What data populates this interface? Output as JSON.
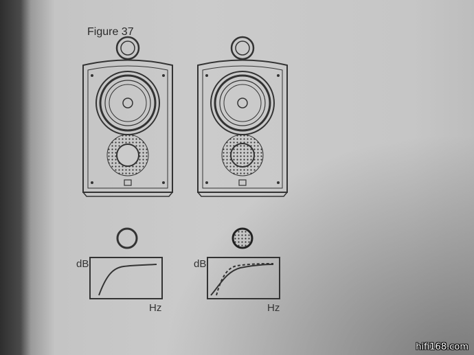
{
  "figure": {
    "title": "Figure 37"
  },
  "graphs": [
    {
      "ylabel": "dB",
      "xlabel": "Hz",
      "port": "open-port"
    },
    {
      "ylabel": "dB",
      "xlabel": "Hz",
      "port": "foam-plugged-port"
    }
  ],
  "watermark": "hifi168.com"
}
